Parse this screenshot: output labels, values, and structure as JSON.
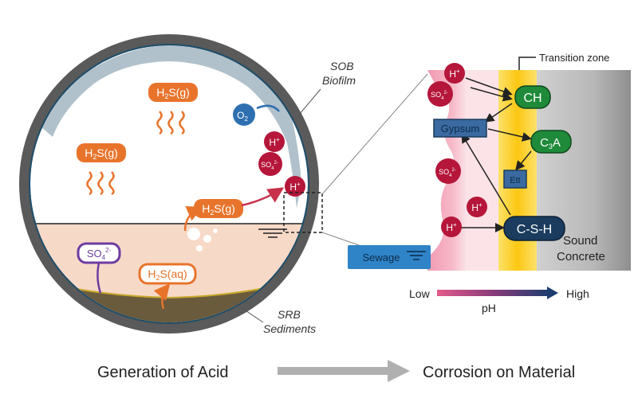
{
  "pipe": {
    "sob_label_1": "SOB",
    "sob_label_2": "Biofilm",
    "srb_label_1": "SRB",
    "srb_label_2": "Sediments",
    "h2s_gas_1": "H",
    "h2s_gas_1_sub": "2",
    "h2s_gas_1_rest": "S(g)",
    "h2s_gas_2": "H",
    "h2s_gas_2_sub": "2",
    "h2s_gas_2_rest": "S(g)",
    "h2s_gas_3": "H",
    "h2s_gas_3_sub": "2",
    "h2s_gas_3_rest": "S(g)",
    "h2s_aq": "H",
    "h2s_aq_sub": "2",
    "h2s_aq_rest": "S(aq)",
    "so4_sediment": "SO",
    "so4_sediment_sub": "4",
    "so4_sediment_sup": "2-",
    "o2": "O",
    "o2_sub": "2",
    "h_plus_1": "H",
    "h_plus_1_sup": "+",
    "h_plus_2": "H",
    "h_plus_2_sup": "+",
    "so4_wall": "SO",
    "so4_wall_sub": "4",
    "so4_wall_sup": "2-"
  },
  "zoom": {
    "transition_zone": "Transition zone",
    "sewage": "Sewage",
    "sound_1": "Sound",
    "sound_2": "Concrete",
    "ch": "CH",
    "gypsum": "Gypsum",
    "c3a": "C",
    "c3a_sub": "3",
    "c3a_rest": "A",
    "ett": "Ett",
    "csh": "C-S-H",
    "h_top": "H",
    "h_top_sup": "+",
    "so4_top": "SO",
    "so4_top_sub": "4",
    "so4_top_sup": "2-",
    "so4_mid": "SO",
    "so4_mid_sub": "4",
    "so4_mid_sup": "2-",
    "h_mid": "H",
    "h_mid_sup": "+",
    "h_low": "H",
    "h_low_sup": "+",
    "ph_low": "Low",
    "ph_high": "High",
    "ph_label": "pH"
  },
  "footer": {
    "left": "Generation of Acid",
    "right": "Corrosion on Material"
  },
  "colors": {
    "pipe_wall": "#555555",
    "biofilm": "#1f4e6b",
    "sewage_fill": "#f7d9c8",
    "orange": "#e8742c",
    "red_ion": "#b5163a",
    "purple": "#6d3ca0",
    "blue_o2": "#2d6fb0",
    "green": "#1e8a3a",
    "navy": "#1b3c5e",
    "gypsum": "#3a6aa0",
    "sewage_box": "#2f84c8",
    "arrow_grey": "#b0b0b0"
  }
}
